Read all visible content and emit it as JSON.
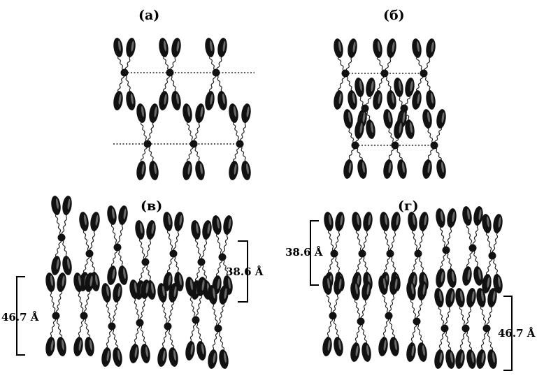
{
  "panels": [
    {
      "label": "(а)"
    },
    {
      "label": "(б)"
    },
    {
      "label": "(в)",
      "dimensions": [
        "38.6 Å",
        "46.7 Å"
      ]
    },
    {
      "label": "(г)",
      "dimensions": [
        "38.6 Å",
        "46.7 Å"
      ]
    }
  ],
  "colors": {
    "molecule": "#111111",
    "background": "#ffffff"
  }
}
